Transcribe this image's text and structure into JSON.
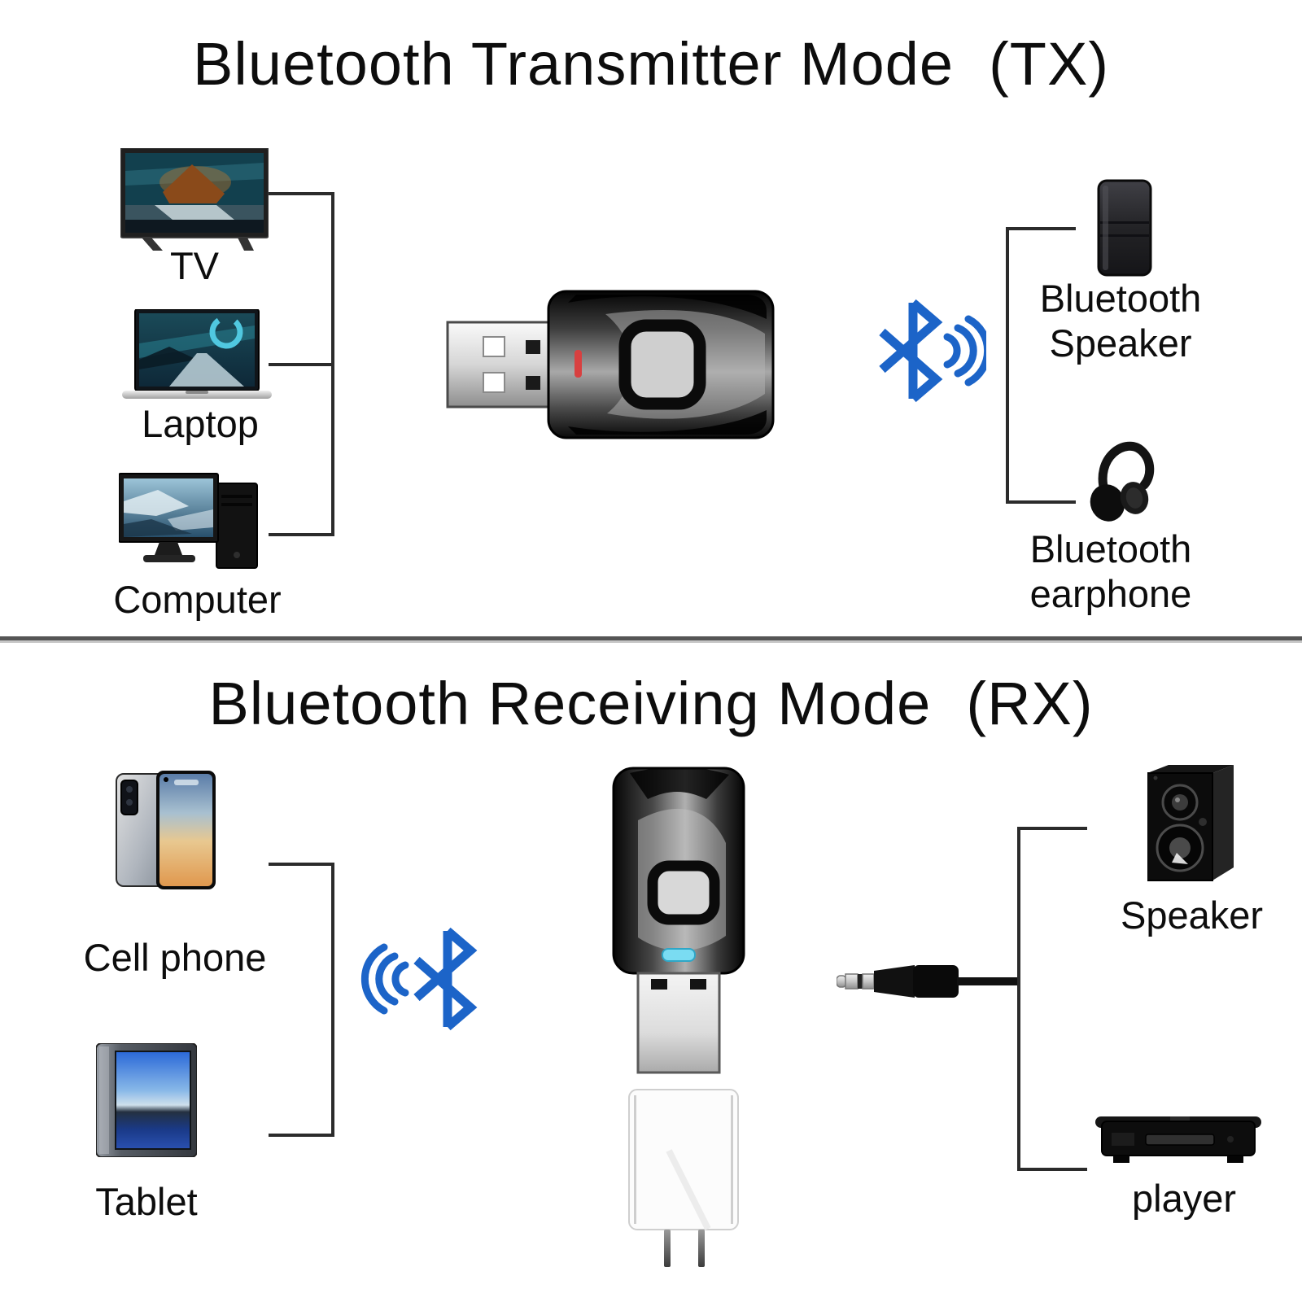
{
  "colors": {
    "bluetooth_blue": "#1c64c8",
    "connector_line": "#2b2b2b",
    "divider": "#555555",
    "adapter_led_tx": "#d84040",
    "adapter_led_rx": "#7adcf2"
  },
  "tx": {
    "title": "Bluetooth Transmitter Mode  (TX)",
    "sources": [
      {
        "label": "TV"
      },
      {
        "label": "Laptop"
      },
      {
        "label": "Computer"
      }
    ],
    "adapter": "usb-bluetooth-adapter-horizontal",
    "outputs": [
      {
        "label": "Bluetooth Speaker"
      },
      {
        "label": "Bluetooth earphone"
      }
    ]
  },
  "rx": {
    "title": "Bluetooth Receiving Mode  (RX)",
    "sources": [
      {
        "label": "Cell phone"
      },
      {
        "label": "Tablet"
      }
    ],
    "adapter": "usb-bluetooth-adapter-vertical-with-charger",
    "outputs": [
      {
        "label": "Speaker"
      },
      {
        "label": "player"
      }
    ]
  }
}
